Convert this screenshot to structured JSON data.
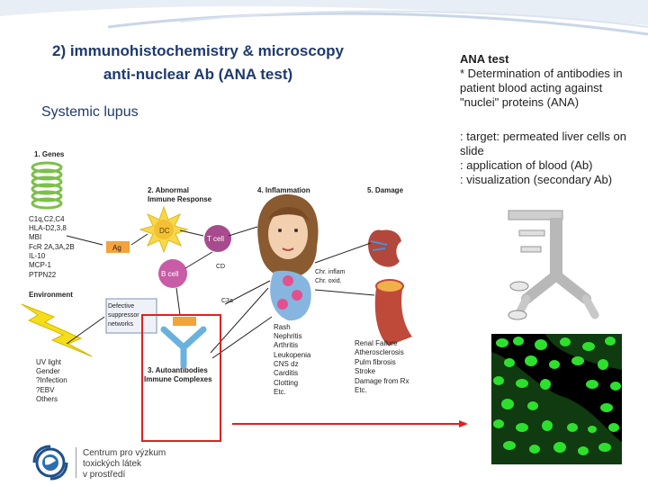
{
  "slide": {
    "title_line1": "2) immunohistochemistry & microscopy",
    "title_line2": "anti-nuclear Ab (ANA test)",
    "subtitle": "Systemic lupus"
  },
  "ana_box": {
    "heading": "ANA test",
    "lines": [
      "* Determination of antibodies in patient blood acting against \"nuclei\" proteins (ANA)"
    ]
  },
  "target_box": {
    "lines": [
      ": target: permeated liver cells on slide",
      ": application of blood (Ab)",
      ": visualization (secondary Ab)"
    ]
  },
  "diagram": {
    "sections": {
      "genes": "1. Genes",
      "abnormal_1": "2. Abnormal",
      "abnormal_2": "Immune Response",
      "inflammation": "4. Inflammation",
      "damage": "5. Damage",
      "environment": "Environment",
      "autoab_1": "3. Autoantibodies",
      "autoab_2": "Immune Complexes"
    },
    "gene_list": [
      "C1q,C2,C4",
      "HLA-D2,3,8",
      "MBI",
      "FcR 2A,3A,2B",
      "IL-10",
      "MCP-1",
      "PTPN22"
    ],
    "env_list": [
      "UV light",
      "Gender",
      "?Infection",
      "?EBV",
      "Others"
    ],
    "cells": {
      "dc": "DC",
      "tcell": "T cell",
      "bcell": "B cell",
      "ag": "Ag",
      "cd": "CD",
      "c3a": "C3a"
    },
    "defective": [
      "Defective",
      "suppressor",
      "networks"
    ],
    "chr": [
      "Chr. inflam",
      "Chr. oxid."
    ],
    "inflam_list": [
      "Rash",
      "Nephritis",
      "Arthritis",
      "Leukopenia",
      "CNS dz",
      "Carditis",
      "Clotting",
      "Etc."
    ],
    "damage_list": [
      "Renal Failure",
      "Atherosclerosis",
      "Pulm fibrosis",
      "Stroke",
      "Damage from Rx",
      "Etc."
    ]
  },
  "footer": {
    "org_line1": "Centrum pro výzkum",
    "org_line2": "toxických látek",
    "org_line3": "v prostředí"
  },
  "colors": {
    "title": "#1f3a6d",
    "red_highlight": "#e02020",
    "fluorescence": "#22e022"
  }
}
